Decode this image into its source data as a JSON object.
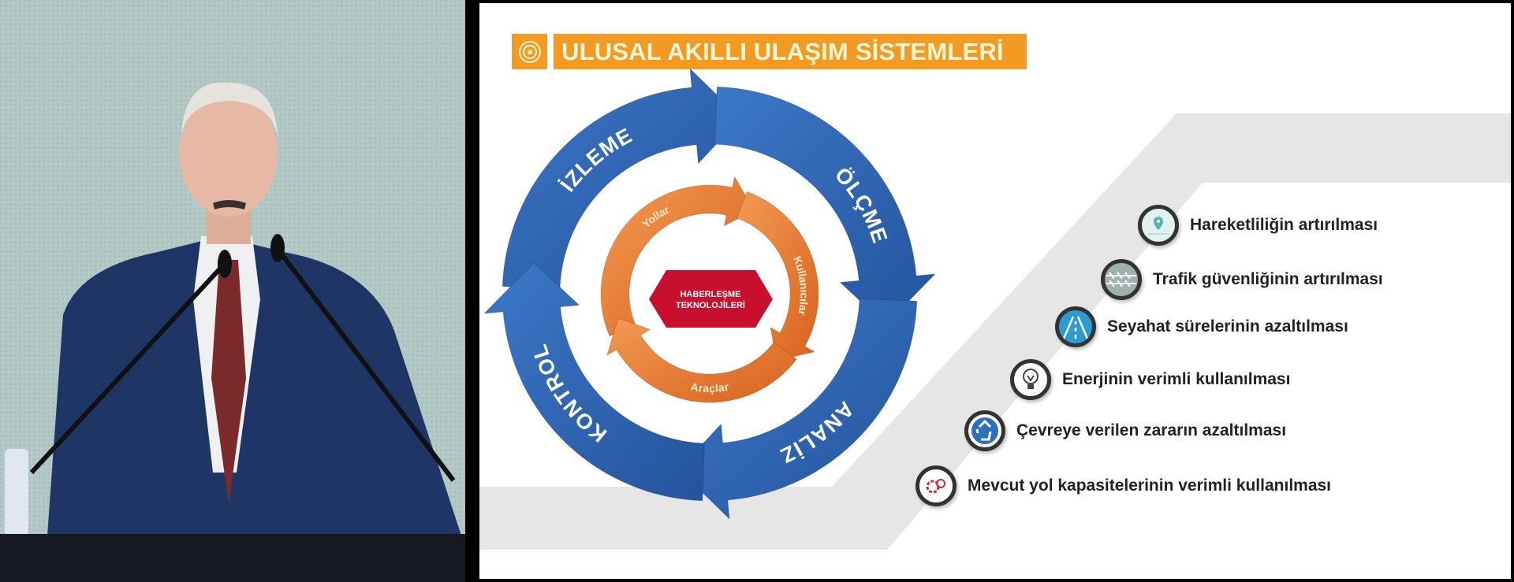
{
  "slide": {
    "title": "ULUSAL AKILLI ULAŞIM SİSTEMLERİ",
    "title_icon": "signal-globe-icon",
    "outer_cycle": [
      "İZLEME",
      "ÖLÇME",
      "ANALİZ",
      "KONTROL"
    ],
    "inner_cycle": [
      "Yollar",
      "Kullanıcılar",
      "Araçlar"
    ],
    "center_label": [
      "HABERLEŞME",
      "TEKNOLOJİLERİ"
    ],
    "benefits": [
      {
        "label": "Hareketliliğin artırılması",
        "icon": "location-pin-icon"
      },
      {
        "label": "Trafik güvenliğinin artırılması",
        "icon": "barrier-icon"
      },
      {
        "label": "Seyahat sürelerinin azaltılması",
        "icon": "road-icon"
      },
      {
        "label": "Enerjinin verimli kullanılması",
        "icon": "light-bulb-icon"
      },
      {
        "label": "Çevreye verilen zararın azaltılması",
        "icon": "recycle-icon"
      },
      {
        "label": "Mevcut yol kapasitelerinin verimli kullanılması",
        "icon": "gear-icon"
      }
    ]
  },
  "colors": {
    "title_orange": "#f29a22",
    "outer_blue": "#2f64b2",
    "inner_orange": "#e9782c",
    "center_red": "#c8102e",
    "band_gray": "#e6e6e6"
  }
}
